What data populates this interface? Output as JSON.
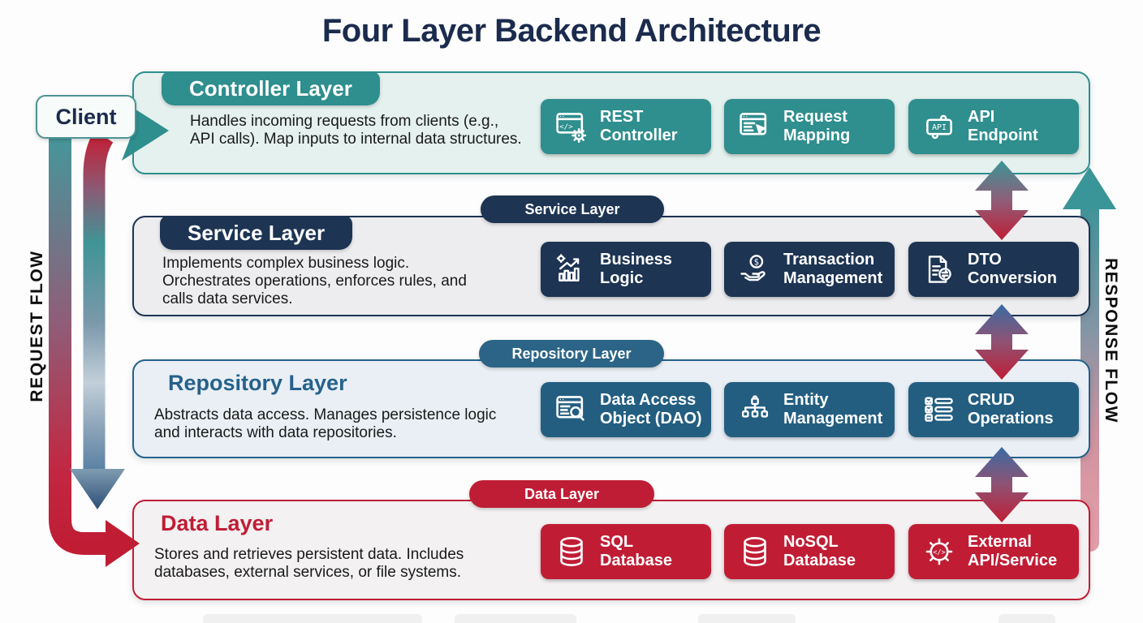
{
  "title": "Four Layer Backend Architecture",
  "client": {
    "label": "Client"
  },
  "flows": {
    "request": "REQUEST FLOW",
    "response": "RESPONSE FLOW"
  },
  "colors": {
    "teal": "#2f8e8e",
    "navy": "#1d3453",
    "steel_blue": "#235e81",
    "crimson": "#c01d35",
    "title_navy": "#1b2b4d"
  },
  "icon_glyphs": {
    "code": "</>",
    "api": "API",
    "dollar": "$"
  },
  "layers": [
    {
      "id": "controller",
      "name": "Controller Layer",
      "pill": "",
      "description": "Handles incoming requests from clients (e.g., API calls). Map inputs to internal data structures.",
      "accent": "#2f8e8e",
      "chips": [
        {
          "label": "REST\nController",
          "icon": "rest-controller-icon"
        },
        {
          "label": "Request\nMapping",
          "icon": "request-mapping-icon"
        },
        {
          "label": "API\nEndpoint",
          "icon": "api-endpoint-icon"
        }
      ]
    },
    {
      "id": "service",
      "name": "Service Layer",
      "pill": "Service Layer",
      "description": "Implements complex business logic. Orchestrates operations, enforces rules, and calls data services.",
      "accent": "#1d3453",
      "chips": [
        {
          "label": "Business\nLogic",
          "icon": "business-logic-icon"
        },
        {
          "label": "Transaction\nManagement",
          "icon": "transaction-management-icon"
        },
        {
          "label": "DTO\nConversion",
          "icon": "dto-conversion-icon"
        }
      ]
    },
    {
      "id": "repository",
      "name": "Repository Layer",
      "pill": "Repository Layer",
      "description": "Abstracts data access. Manages persistence logic and interacts with data repositories.",
      "accent": "#26618a",
      "chips": [
        {
          "label": "Data Access\nObject (DAO)",
          "icon": "dao-icon"
        },
        {
          "label": "Entity\nManagement",
          "icon": "entity-management-icon"
        },
        {
          "label": "CRUD\nOperations",
          "icon": "crud-operations-icon"
        }
      ]
    },
    {
      "id": "data",
      "name": "Data Layer",
      "pill": "Data Layer",
      "description": "Stores and retrieves persistent data. Includes databases, external services, or file systems.",
      "accent": "#c01d35",
      "chips": [
        {
          "label": "SQL\nDatabase",
          "icon": "sql-database-icon"
        },
        {
          "label": "NoSQL\nDatabase",
          "icon": "nosql-database-icon"
        },
        {
          "label": "External\nAPI/Service",
          "icon": "external-api-icon"
        }
      ]
    }
  ]
}
